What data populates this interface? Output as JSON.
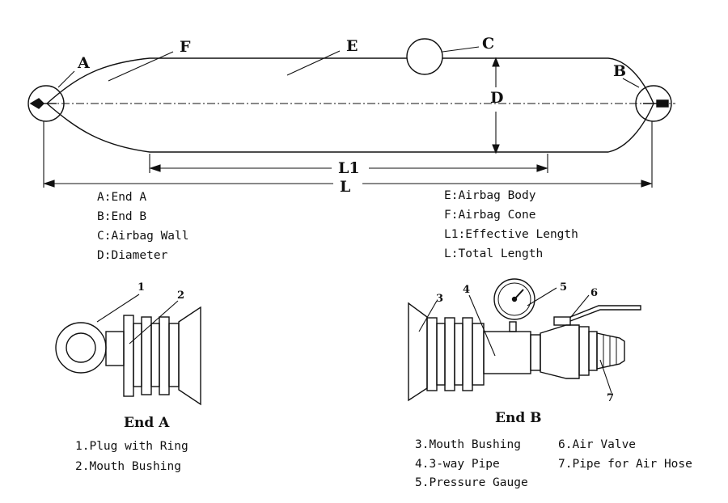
{
  "airbag": {
    "labels": {
      "a": "A",
      "b": "B",
      "c": "C",
      "d": "D",
      "e": "E",
      "f": "F",
      "l1": "L1",
      "l": "L"
    },
    "legend_left": [
      "A:End A",
      "B:End B",
      "C:Airbag Wall",
      "D:Diameter"
    ],
    "legend_right": [
      "E:Airbag Body",
      "F:Airbag Cone",
      "L1:Effective Length",
      "L:Total Length"
    ]
  },
  "end_a": {
    "title": "End A",
    "callouts": {
      "c1": "1",
      "c2": "2"
    },
    "legend": [
      "1.Plug with Ring",
      "2.Mouth Bushing"
    ]
  },
  "end_b": {
    "title": "End B",
    "callouts": {
      "c3": "3",
      "c4": "4",
      "c5": "5",
      "c6": "6",
      "c7": "7"
    },
    "legend_left": [
      "3.Mouth Bushing",
      "4.3-way Pipe",
      "5.Pressure Gauge"
    ],
    "legend_right": [
      "6.Air Valve",
      "7.Pipe for Air Hose"
    ]
  }
}
